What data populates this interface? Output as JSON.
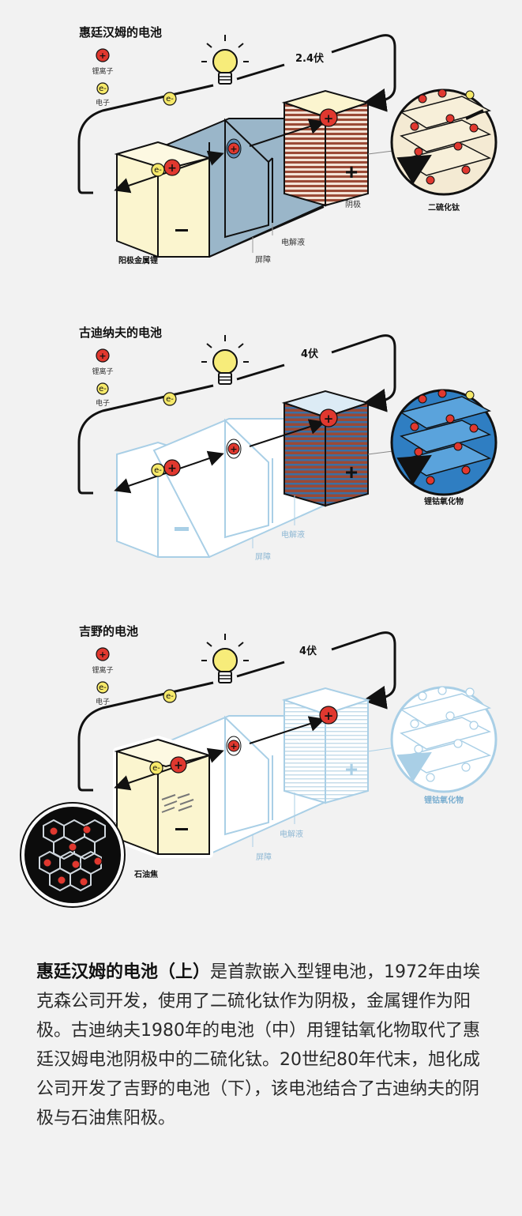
{
  "panels": [
    {
      "title": "惠廷汉姆的电池",
      "legend_ion": "锂离子",
      "legend_electron": "电子",
      "voltage": "2.4伏",
      "anode_label": "阳极金属锂",
      "cathode_label": "阴极",
      "barrier_label": "屏障",
      "electrolyte_label": "电解液",
      "zoom_label": "二硫化钛"
    },
    {
      "title": "古迪纳夫的电池",
      "legend_ion": "锂离子",
      "legend_electron": "电子",
      "voltage": "4伏",
      "barrier_label": "屏障",
      "electrolyte_label": "电解液",
      "zoom_label": "锂钴氧化物"
    },
    {
      "title": "吉野的电池",
      "legend_ion": "锂离子",
      "legend_electron": "电子",
      "voltage": "4伏",
      "barrier_label": "屏障",
      "electrolyte_label": "电解液",
      "zoom_label": "锂钴氧化物",
      "anode_zoom_label": "石油焦"
    }
  ],
  "symbols": {
    "ion": "+",
    "electron": "e-",
    "negative": "−",
    "positive": "+"
  },
  "caption": {
    "bold": "惠廷汉姆的电池（上）",
    "text": "是首款嵌入型锂电池，1972年由埃克森公司开发，使用了二硫化钛作为阴极，金属锂作为阳极。古迪纳夫1980年的电池（中）用锂钴氧化物取代了惠廷汉姆电池阴极中的二硫化钛。20世纪80年代末，旭化成公司开发了吉野的电池（下），该电池结合了古迪纳夫的阴极与石油焦阳极。"
  },
  "colors": {
    "ion_red": "#e0382f",
    "electron_yellow": "#f6e96a",
    "anode_cream": "#fbf5cf",
    "electrolyte_blue": "#9ab6c9",
    "cathode_brown": "#9a4a36",
    "line_blue": "#a9cfe6"
  }
}
